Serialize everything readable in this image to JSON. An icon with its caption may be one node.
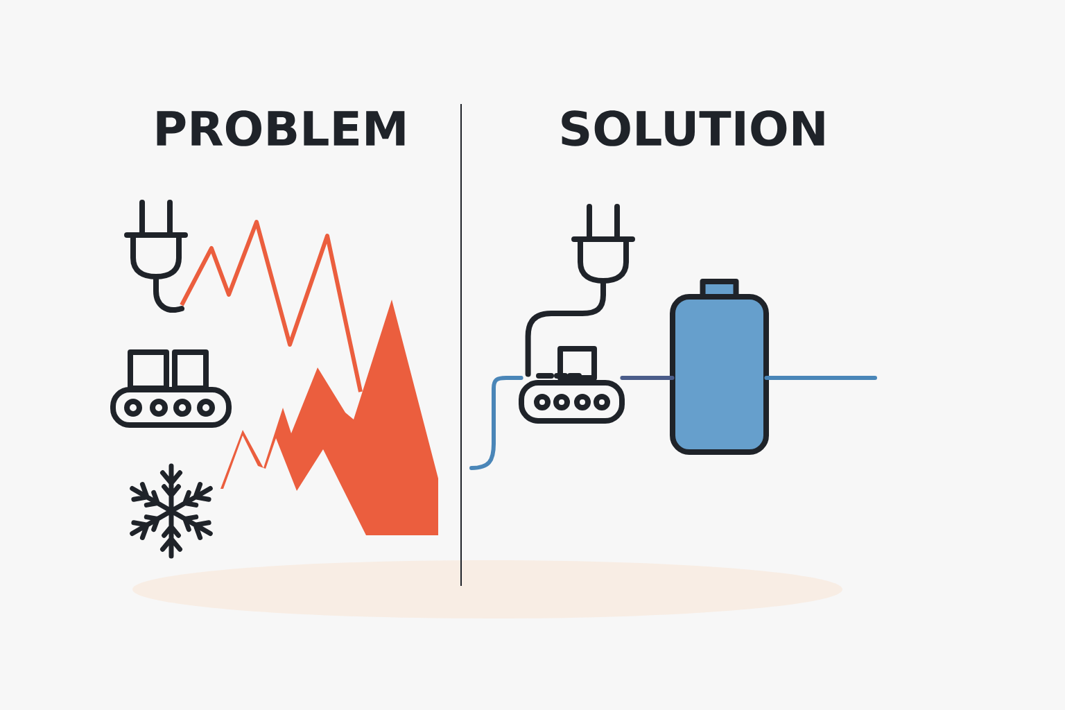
{
  "diagram": {
    "nodes": [
      {
        "text": [],
        "shape": "plug"
      },
      {
        "text": [],
        "shape": "conveyor"
      },
      {
        "text": [],
        "shape": "battery"
      }
    ],
    "edges": [
      {
        "from": 0,
        "to": 1,
        "arrow": "none",
        "color": "#1f2329"
      },
      {
        "from": null,
        "to": 1,
        "arrow": "none",
        "color": "#4a86b8"
      },
      {
        "from": 1,
        "to": 2,
        "arrow": "none",
        "color": "#4b5d8a"
      },
      {
        "from": 2,
        "to": null,
        "arrow": "none",
        "color": "#4a86b8"
      }
    ],
    "labels": [
      "PROBLEM",
      "SOLUTION"
    ]
  }
}
